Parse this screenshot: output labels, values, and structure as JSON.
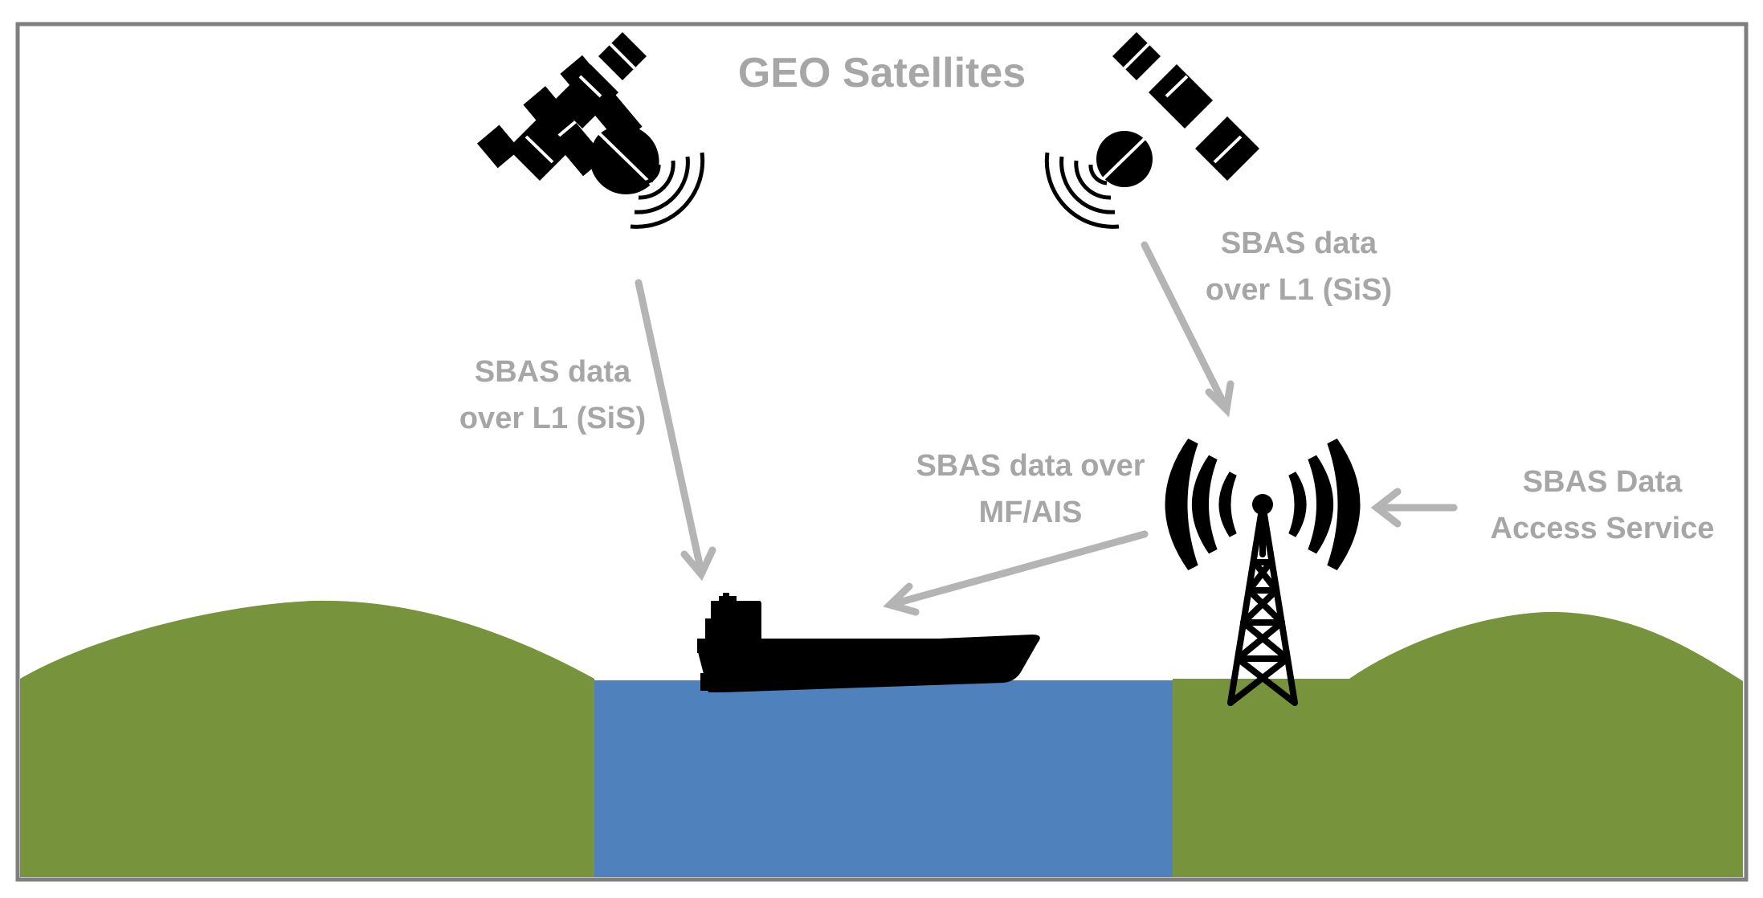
{
  "title": "GEO Satellites",
  "labels": {
    "left_sis_line1": "SBAS data",
    "left_sis_line2": "over L1 (SiS)",
    "right_sis_line1": "SBAS data",
    "right_sis_line2": "over L1 (SiS)",
    "mf_ais_line1": "SBAS data over",
    "mf_ais_line2": "MF/AIS",
    "das_line1": "SBAS Data",
    "das_line2": "Access Service"
  },
  "colors": {
    "border": "#7f7f7f",
    "text": "#a6a6a6",
    "arrow": "#b4b4b4",
    "land": "#77933c",
    "water": "#4f81bd",
    "icon": "#000000"
  },
  "icons": [
    "satellite-icon",
    "satellite-icon",
    "ship-icon",
    "radio-tower-icon"
  ]
}
